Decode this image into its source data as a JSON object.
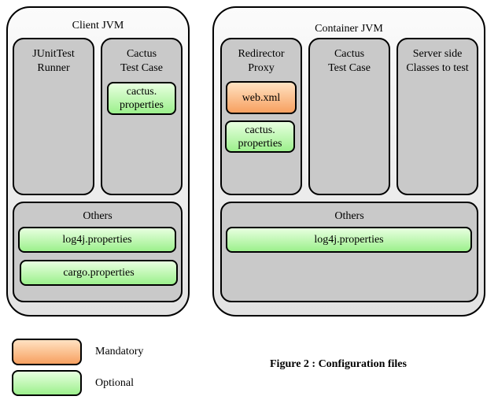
{
  "client_jvm": {
    "title": "Client JVM",
    "junit_runner": "JUnitTest\nRunner",
    "cactus_test_case": "Cactus\nTest Case",
    "cactus_properties": "cactus.\nproperties",
    "others": {
      "title": "Others",
      "files": [
        "log4j.properties",
        "cargo.properties"
      ]
    }
  },
  "container_jvm": {
    "title": "Container JVM",
    "redirector_proxy": "Redirector\nProxy",
    "web_xml": "web.xml",
    "cactus_properties": "cactus.\nproperties",
    "cactus_test_case": "Cactus\nTest Case",
    "server_side_classes": "Server side\nClasses to test",
    "others": {
      "title": "Others",
      "files": [
        "log4j.properties"
      ]
    }
  },
  "legend": {
    "mandatory": "Mandatory",
    "optional": "Optional",
    "mandatory_color": "#f7a060",
    "optional_color": "#9cf08c"
  },
  "caption": "Figure 2 : Configuration files"
}
